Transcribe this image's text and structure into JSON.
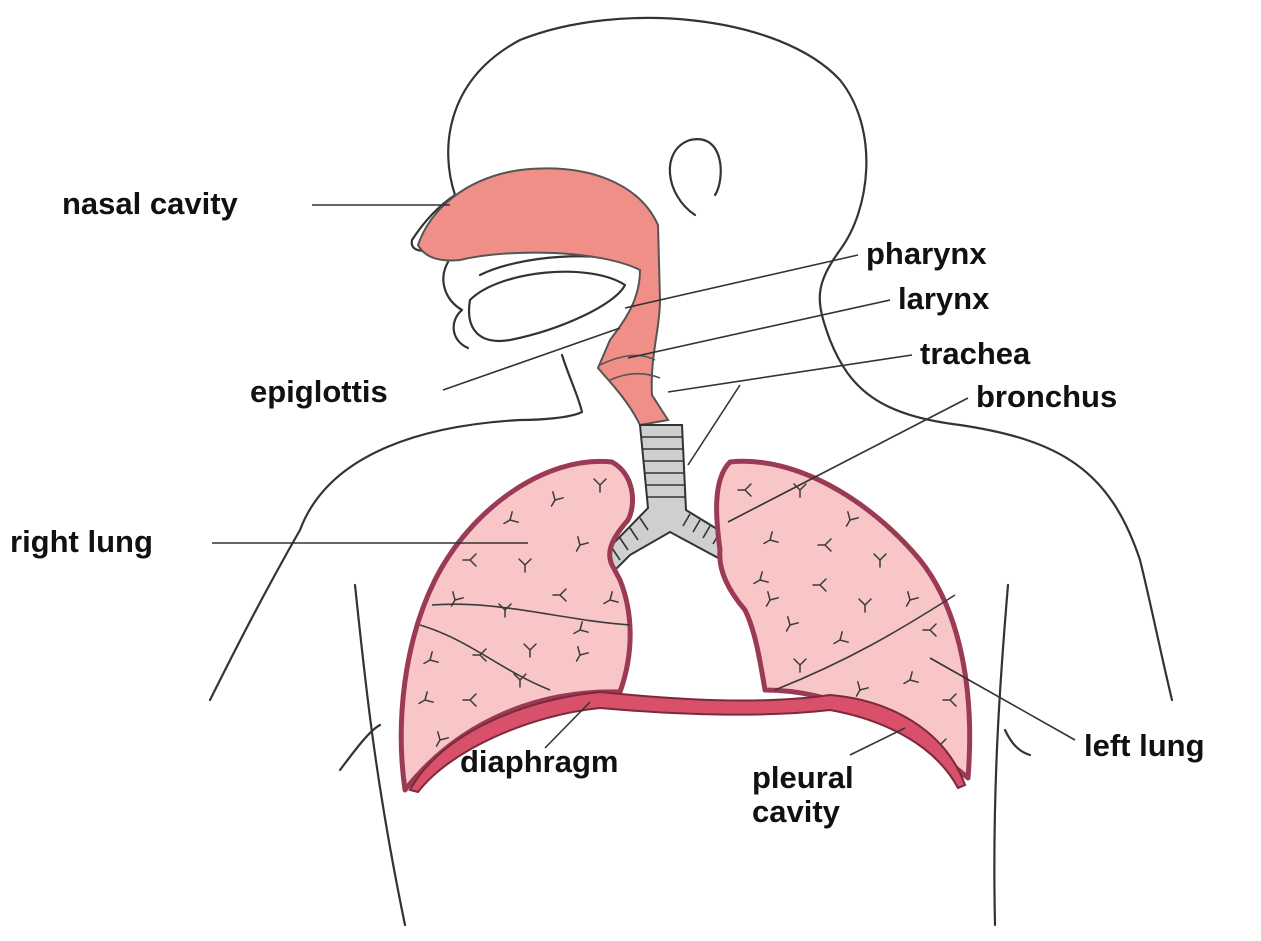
{
  "labels": {
    "nasal_cavity": "nasal cavity",
    "pharynx": "pharynx",
    "larynx": "larynx",
    "trachea": "trachea",
    "bronchus": "bronchus",
    "epiglottis": "epiglottis",
    "right_lung": "right lung",
    "left_lung": "left lung",
    "diaphragm": "diaphragm",
    "pleural_cavity_line1": "pleural",
    "pleural_cavity_line2": "cavity"
  },
  "colors": {
    "airway": "#f08f87",
    "lung_fill": "#f9c6c7",
    "lung_border": "#9b3a55",
    "diaphragm": "#d9506a",
    "outline": "#333333"
  }
}
